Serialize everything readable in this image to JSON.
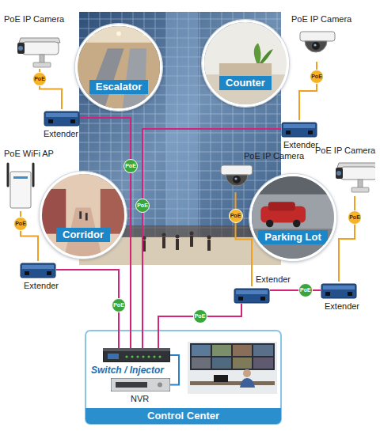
{
  "diagram": {
    "nodes": [
      {
        "text": [
          "PoE IP Camera"
        ]
      },
      {
        "text": [
          "Escalator"
        ]
      },
      {
        "text": [
          "Counter"
        ]
      },
      {
        "text": [
          "PoE IP Camera"
        ]
      },
      {
        "text": [
          "Extender"
        ]
      },
      {
        "text": [
          "Extender"
        ]
      },
      {
        "text": [
          "PoE WiFi AP"
        ]
      },
      {
        "text": [
          "Corridor"
        ]
      },
      {
        "text": [
          "PoE IP Camera"
        ]
      },
      {
        "text": [
          "PoE IP Camera"
        ]
      },
      {
        "text": [
          "Parking Lot"
        ]
      },
      {
        "text": [
          "Extender"
        ]
      },
      {
        "text": [
          "Extender"
        ]
      },
      {
        "text": [
          "Extender"
        ]
      },
      {
        "text": [
          "Control Center"
        ]
      },
      {
        "text": [
          "Switch / Injector"
        ],
        "in": 14
      },
      {
        "text": [
          "NVR"
        ],
        "in": 14
      }
    ],
    "edges": [
      {
        "from": 0,
        "to": 4,
        "label": "PoE",
        "arrow": "none"
      },
      {
        "from": 3,
        "to": 5,
        "label": "PoE",
        "arrow": "none"
      },
      {
        "from": 6,
        "to": 11,
        "label": "PoE",
        "arrow": "none"
      },
      {
        "from": 8,
        "to": 12,
        "label": "PoE",
        "arrow": "none"
      },
      {
        "from": 9,
        "to": 13,
        "label": "PoE",
        "arrow": "none"
      },
      {
        "from": 4,
        "to": 15,
        "label": "PoE",
        "arrow": "none"
      },
      {
        "from": 5,
        "to": 15,
        "label": "PoE",
        "arrow": "none"
      },
      {
        "from": 11,
        "to": 15,
        "label": "PoE",
        "arrow": "none"
      },
      {
        "from": 13,
        "to": 12,
        "label": "PoE",
        "arrow": "none"
      },
      {
        "from": 12,
        "to": 15,
        "label": "PoE",
        "arrow": "none"
      },
      {
        "from": 15,
        "to": 16,
        "arrow": "none"
      }
    ]
  }
}
